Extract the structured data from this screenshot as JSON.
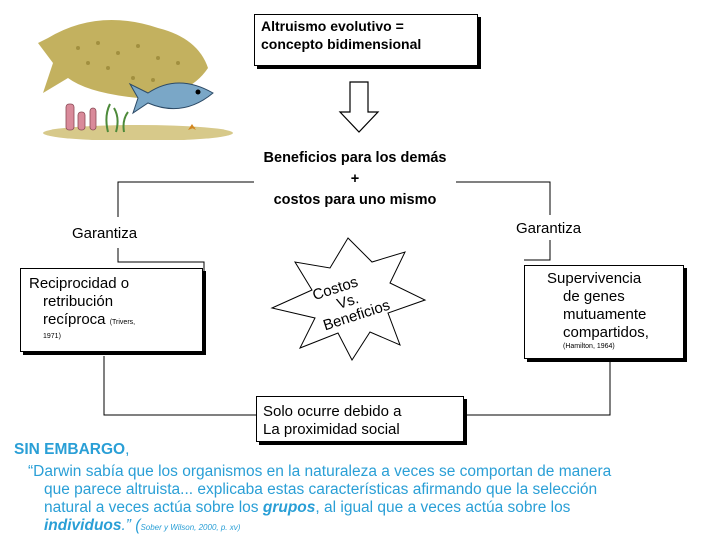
{
  "title_box": {
    "line1": "Altruismo evolutivo =",
    "line2": "concepto bidimensional"
  },
  "center_box": {
    "line1": "Beneficios para los demás",
    "line2": "+",
    "line3": "costos para uno mismo"
  },
  "left_label": "Garantiza",
  "right_label": "Garantiza",
  "left_box": {
    "line1": "Reciprocidad o",
    "line2": "retribución",
    "line3": "recíproca",
    "cite": "(Trivers,",
    "cite2": "1971)"
  },
  "right_box": {
    "line1": "Supervivencia",
    "line2": "de genes",
    "line3": "mutuamente",
    "line4": "compartidos,",
    "cite": "(Hamilton, 1964)"
  },
  "star": {
    "line1": "Costos",
    "line2": "Vs.",
    "line3": "Beneficios"
  },
  "bottom_box": {
    "line1": "Solo ocurre debido a",
    "line2": "La proximidad social"
  },
  "sin_embargo": "SIN EMBARGO",
  "sin_embargo_comma": ",",
  "quote": {
    "line1": "“Darwin sabía que los organismos en la naturaleza a veces se comportan de manera",
    "line2": "que parece altruista... explicaba estas características afirmando que la selección",
    "line3a": "natural a veces actúa sobre los ",
    "line3b": "grupos",
    "line3c": ", al igual que a veces actúa sobre los",
    "line4a": "individuos",
    "line4b": ".” (",
    "cite": "Sober y Wilson, 2000, p. xv)"
  },
  "colors": {
    "quote": "#2a9fd6",
    "fish_body": "#7aa7c7",
    "school": "#b9a24a",
    "sea": "#c9e7d9"
  }
}
